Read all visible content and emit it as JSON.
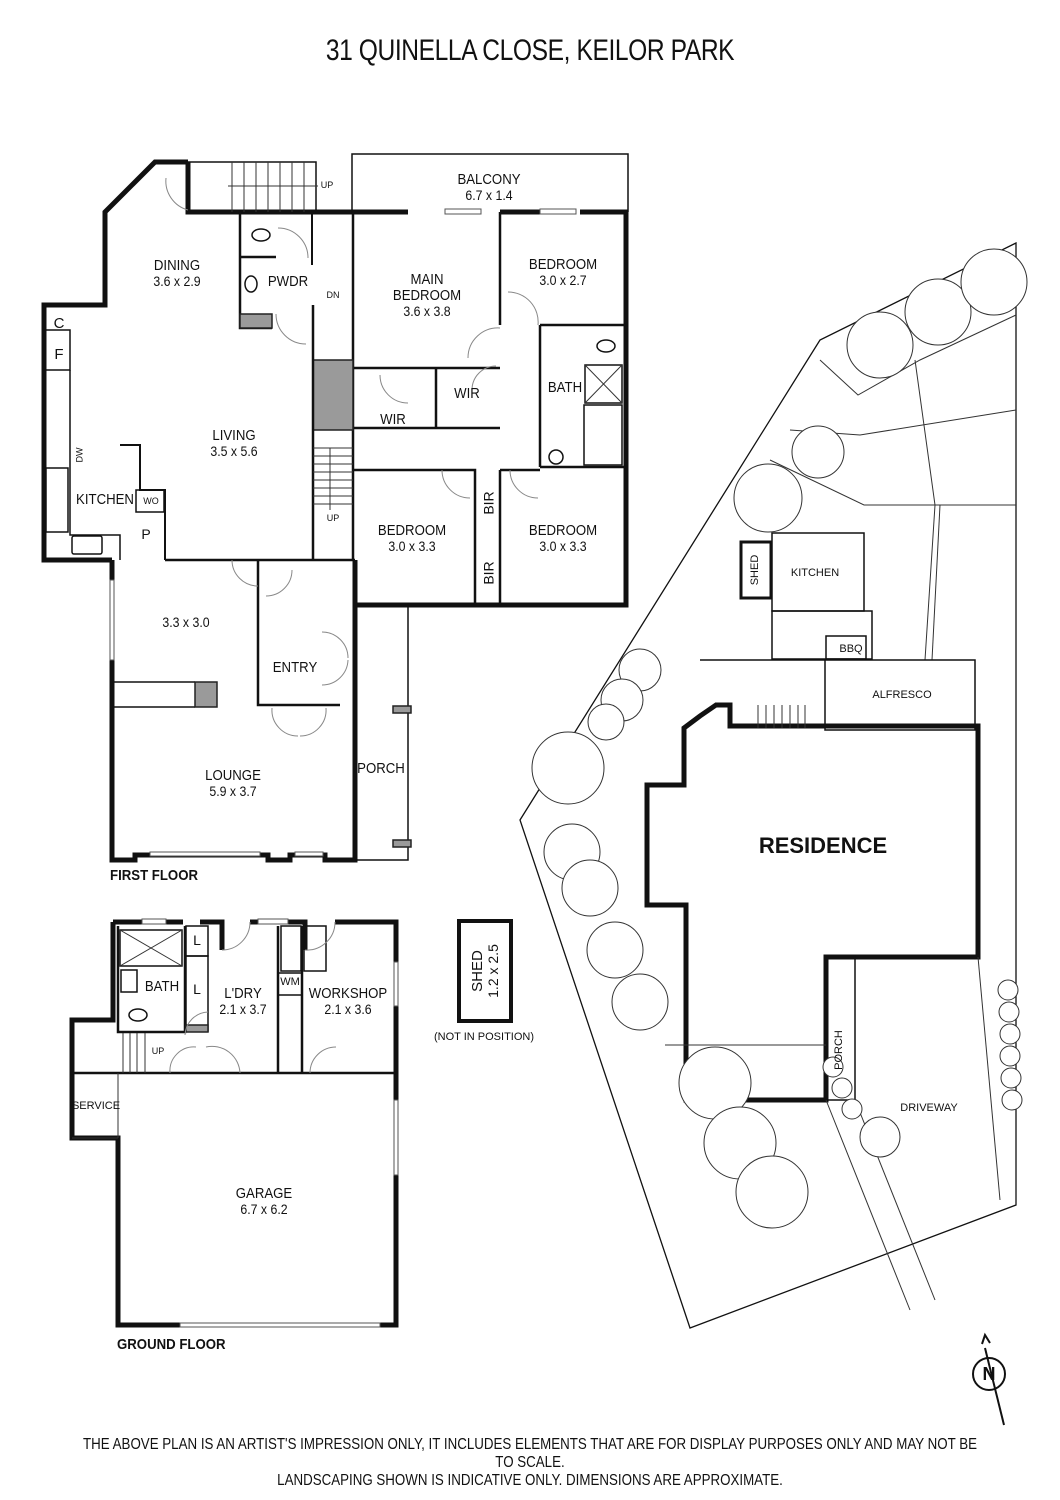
{
  "title": "31 QUINELLA CLOSE, KEILOR PARK",
  "first_floor": {
    "label": "FIRST FLOOR",
    "rooms": {
      "dining": {
        "name": "DINING",
        "dims": "3.6 x 2.9"
      },
      "pwdr": {
        "name": "PWDR"
      },
      "living": {
        "name": "LIVING",
        "dims": "3.5 x 5.6"
      },
      "kitchen": {
        "name": "KITCHEN"
      },
      "balcony": {
        "name": "BALCONY",
        "dims": "6.7 x 1.4"
      },
      "main_bedroom": {
        "name": "MAIN\nBEDROOM",
        "name_line1": "MAIN",
        "name_line2": "BEDROOM",
        "dims": "3.6 x 3.8"
      },
      "bedroom_ne": {
        "name": "BEDROOM",
        "dims": "3.0 x 2.7"
      },
      "bath": {
        "name": "BATH"
      },
      "wir_1": {
        "name": "WIR"
      },
      "wir_2": {
        "name": "WIR"
      },
      "bedroom_sw": {
        "name": "BEDROOM",
        "dims": "3.0 x 3.3"
      },
      "bedroom_se": {
        "name": "BEDROOM",
        "dims": "3.0 x 3.3"
      },
      "bir_1": {
        "name": "BIR"
      },
      "bir_2": {
        "name": "BIR"
      },
      "study_area": {
        "dims": "3.3 x 3.0"
      },
      "entry": {
        "name": "ENTRY"
      },
      "lounge": {
        "name": "LOUNGE",
        "dims": "5.9 x 3.7"
      },
      "porch": {
        "name": "PORCH"
      }
    },
    "fixtures": {
      "c": "C",
      "f": "F",
      "dw": "DW",
      "wo": "WO",
      "p": "P",
      "up_top": "UP",
      "dn": "DN",
      "up_stair": "UP"
    }
  },
  "ground_floor": {
    "label": "GROUND FLOOR",
    "rooms": {
      "bath": {
        "name": "BATH"
      },
      "ldry": {
        "name": "L'DRY",
        "dims": "2.1 x 3.7"
      },
      "workshop": {
        "name": "WORKSHOP",
        "dims": "2.1 x 3.6"
      },
      "service": {
        "name": "SERVICE"
      },
      "garage": {
        "name": "GARAGE",
        "dims": "6.7 x 6.2"
      }
    },
    "fixtures": {
      "l1": "L",
      "l2": "L",
      "wm": "WM",
      "up": "UP"
    }
  },
  "shed": {
    "name": "SHED",
    "dims": "1.2 x 2.5",
    "note": "(NOT IN POSITION)"
  },
  "site_plan": {
    "residence": "RESIDENCE",
    "shed": "SHED",
    "kitchen": "KITCHEN",
    "bbq": "BBQ",
    "alfresco": "ALFRESCO",
    "porch": "PORCH",
    "driveway": "DRIVEWAY"
  },
  "compass": {
    "label": "N"
  },
  "disclaimer": {
    "line1": "THE ABOVE PLAN IS AN ARTIST'S IMPRESSION ONLY, IT INCLUDES ELEMENTS THAT ARE FOR DISPLAY PURPOSES ONLY AND MAY NOT BE TO SCALE.",
    "line2": "LANDSCAPING SHOWN IS INDICATIVE ONLY. DIMENSIONS ARE APPROXIMATE."
  }
}
